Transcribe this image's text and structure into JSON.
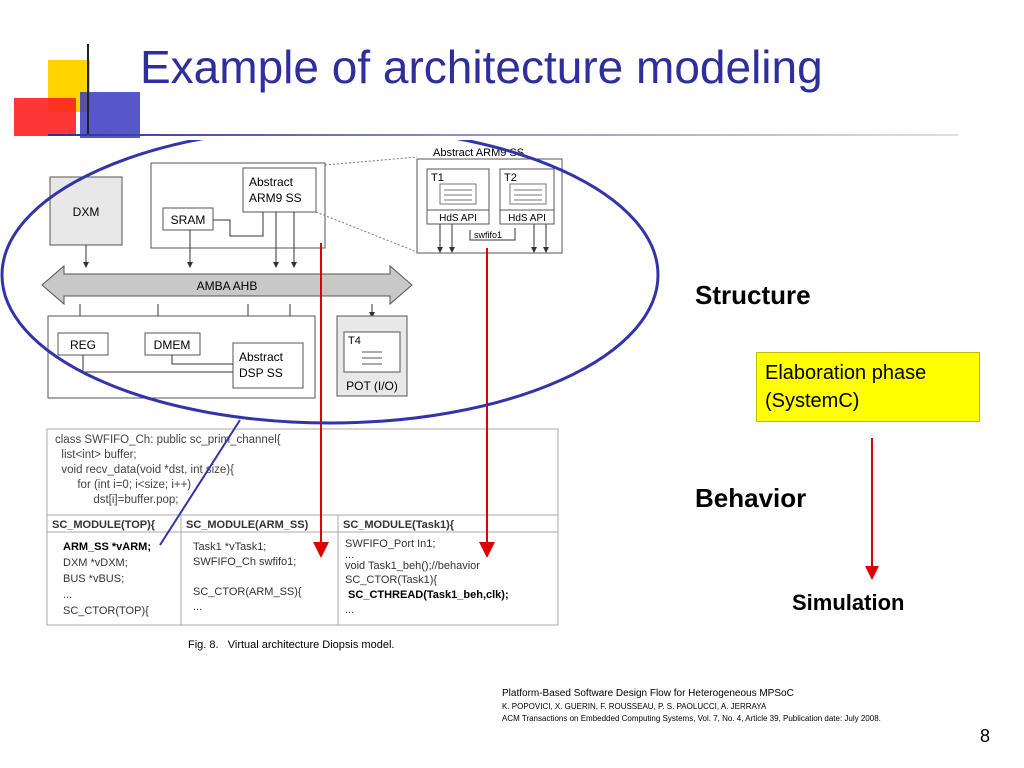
{
  "title": "Example of architecture modeling",
  "labels": {
    "structure": "Structure",
    "behavior": "Behavior",
    "simulation": "Simulation",
    "elaboration_line1": "Elaboration phase",
    "elaboration_line2": "(SystemC)"
  },
  "diagram": {
    "dxm": "DXM",
    "sram": "SRAM",
    "abstract_arm9_line1": "Abstract",
    "abstract_arm9_line2": "ARM9 SS",
    "detail_title": "Abstract ARM9 SS",
    "t1": "T1",
    "t2": "T2",
    "hds_api": "HdS API",
    "swfifo": "swfifo1",
    "bus": "AMBA AHB",
    "reg": "REG",
    "dmem": "DMEM",
    "abstract_dsp_line1": "Abstract",
    "abstract_dsp_line2": "DSP SS",
    "t4": "T4",
    "pot": "POT (I/O)"
  },
  "code": {
    "top": [
      "class SWFIFO_Ch: public sc_prim_channel{",
      "  list<int> buffer;",
      "  void recv_data(void *dst, int size){",
      "       for (int i=0; i<size; i++)",
      "            dst[i]=buffer.pop;"
    ],
    "col1_header": "SC_MODULE(TOP){",
    "col1": [
      "ARM_SS *vARM;",
      "DXM *vDXM;",
      "BUS *vBUS;",
      "...",
      "SC_CTOR(TOP){"
    ],
    "col2_header": "SC_MODULE(ARM_SS)",
    "col2": [
      "Task1 *vTask1;",
      "SWFIFO_Ch swfifo1;",
      "",
      "SC_CTOR(ARM_SS){",
      "..."
    ],
    "col3_header": "SC_MODULE(Task1){",
    "col3": [
      "SWFIFO_Port In1;",
      "...",
      "void Task1_beh();//behavior",
      "SC_CTOR(Task1){",
      " SC_CTHREAD(Task1_beh,clk);",
      "..."
    ]
  },
  "figure_caption": "Fig. 8.   Virtual architecture Diopsis model.",
  "citation": {
    "line1": "Platform-Based Software Design Flow for Heterogeneous MPSoC",
    "line2": "K. POPOVICI, X. GUERIN, F. ROUSSEAU, P. S. PAOLUCCI, A. JERRAYA",
    "line3": "ACM Transactions on Embedded Computing Systems, Vol. 7, No. 4, Article 39, Publication date: July 2008."
  },
  "page_number": "8",
  "colors": {
    "title": "#2e2e9c",
    "ellipse": "#3333aa",
    "arrow": "#e00000",
    "highlight": "#ffff00"
  }
}
